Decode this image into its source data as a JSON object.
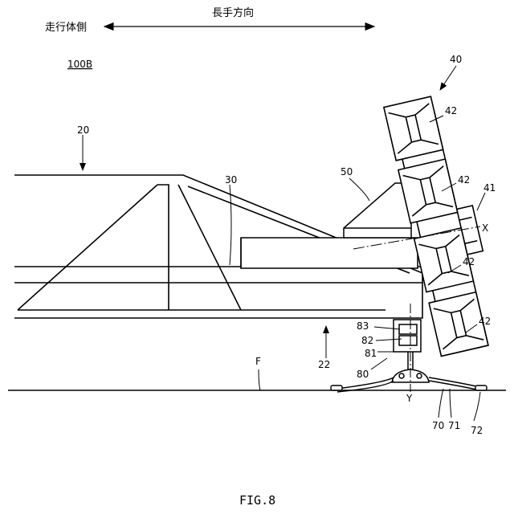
{
  "header": {
    "left_label": "走行体側",
    "top_label": "長手方向"
  },
  "figure": {
    "model_label": "100B",
    "caption": "FIG.8"
  },
  "labels": {
    "n20": "20",
    "n30": "30",
    "n50": "50",
    "n40": "40",
    "n41": "41",
    "x": "X",
    "y": "Y",
    "n42a": "42",
    "n42b": "42",
    "n42c": "42",
    "n42d": "42",
    "n83": "83",
    "n82": "82",
    "n81": "81",
    "n80": "80",
    "n22": "22",
    "f": "F",
    "n70": "70",
    "n71": "71",
    "n72": "72"
  }
}
